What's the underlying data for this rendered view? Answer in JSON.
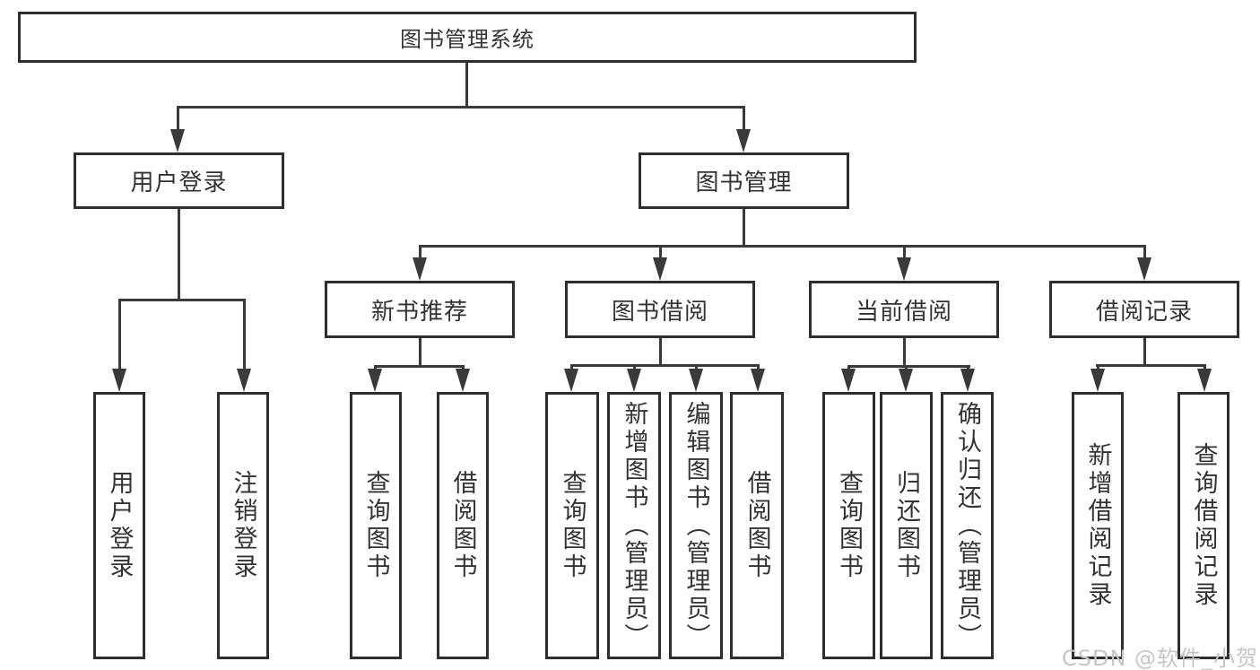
{
  "tree": {
    "label": "图书管理系统",
    "children": [
      {
        "label": "用户登录",
        "children": [
          {
            "label": "用户登录"
          },
          {
            "label": "注销登录"
          }
        ]
      },
      {
        "label": "图书管理",
        "children": [
          {
            "label": "新书推荐",
            "children": [
              {
                "label": "查询图书"
              },
              {
                "label": "借阅图书"
              }
            ]
          },
          {
            "label": "图书借阅",
            "children": [
              {
                "label": "查询图书"
              },
              {
                "label": "新增图书（管理员）"
              },
              {
                "label": "编辑图书（管理员）"
              },
              {
                "label": "借阅图书"
              }
            ]
          },
          {
            "label": "当前借阅",
            "children": [
              {
                "label": "查询图书"
              },
              {
                "label": "归还图书"
              },
              {
                "label": "确认归还（管理员）"
              }
            ]
          },
          {
            "label": "借阅记录",
            "children": [
              {
                "label": "新增借阅记录"
              },
              {
                "label": "查询借阅记录"
              }
            ]
          }
        ]
      }
    ]
  },
  "watermark": {
    "text": "CSDN @软件_小贺同学"
  },
  "colors": {
    "line": "#3a3a3a",
    "box_border": "#2e2e2e",
    "text": "#333333",
    "watermark": "#c6c6c6",
    "background": "#ffffff"
  }
}
